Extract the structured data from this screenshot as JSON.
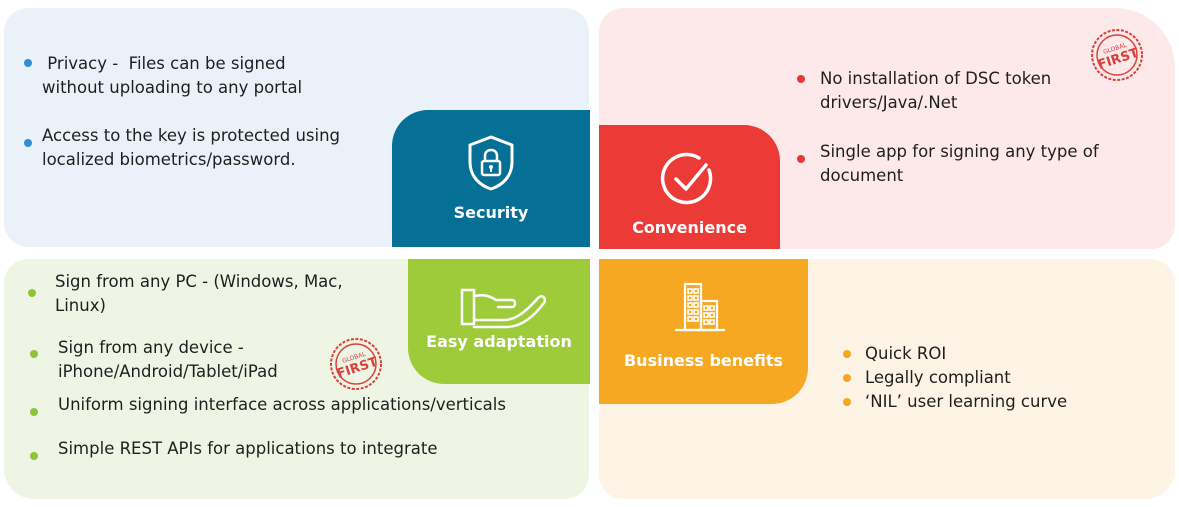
{
  "security": {
    "title": "Security",
    "items": [
      {
        "line1": " Privacy -  Files can be signed",
        "line2": "without uploading to any portal"
      },
      {
        "line1": "Access to the key is protected using",
        "line2": "localized biometrics/password."
      }
    ]
  },
  "convenience": {
    "title": "Convenience",
    "items": [
      {
        "line1": "No installation of DSC token",
        "line2": "drivers/Java/.Net"
      },
      {
        "line1": "Single app for signing any type of",
        "line2": "document"
      }
    ]
  },
  "easy_adaptation": {
    "title": "Easy adaptation",
    "items": [
      {
        "line1": "Sign from any PC - (Windows, Mac,",
        "line2": "Linux)"
      },
      {
        "line1": "Sign from any device -",
        "line2": "iPhone/Android/Tablet/iPad"
      },
      {
        "line1": "Uniform signing interface across applications/verticals"
      },
      {
        "line1": "Simple REST APIs for applications to integrate"
      }
    ]
  },
  "business_benefits": {
    "title": "Business benefits",
    "items": [
      {
        "line1": "Quick ROI"
      },
      {
        "line1": "Legally compliant"
      },
      {
        "line1": "‘NIL’ user learning curve"
      }
    ]
  },
  "stamp": {
    "top": "GLOBAL",
    "main": "FIRST"
  },
  "colors": {
    "security": "#066f96",
    "convenience": "#ec3a36",
    "easy_adaptation": "#9dcb3a",
    "business_benefits": "#f7a823"
  },
  "icons": {
    "security": "shield-lock-icon",
    "convenience": "check-circle-icon",
    "easy_adaptation": "open-hand-icon",
    "business_benefits": "office-building-icon"
  }
}
